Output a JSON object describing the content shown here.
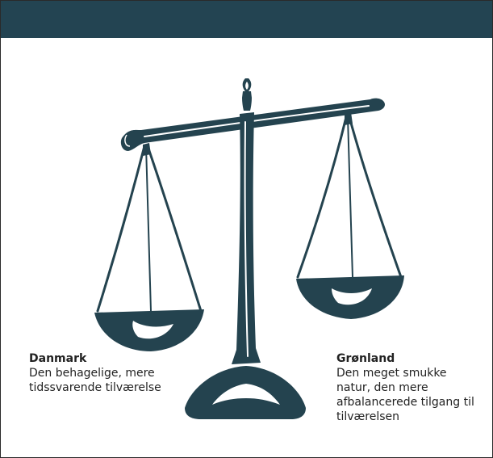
{
  "colors": {
    "header": "#234452",
    "ink": "#24434f",
    "text": "#222222",
    "border": "#2a2a2a"
  },
  "left": {
    "title": "Danmark",
    "description": "Den behagelige, mere tidssvarende tilværelse"
  },
  "right": {
    "title": "Grønland",
    "description": "Den meget smukke natur, den mere afbalancerede tilgang til tilværelsen"
  },
  "icons": {
    "scale": "balance-scale-icon"
  }
}
